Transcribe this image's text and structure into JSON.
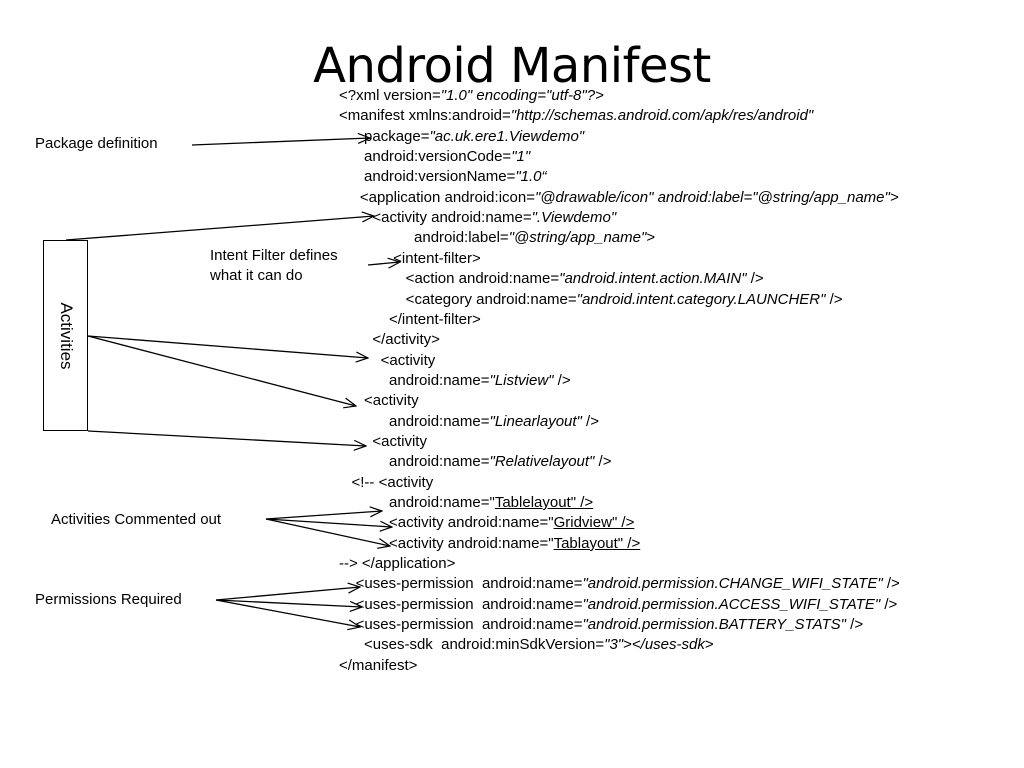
{
  "title": "Android Manifest",
  "labels": {
    "package_definition": "Package definition",
    "intent_filter_line1": "Intent Filter defines",
    "intent_filter_line2": "what it can do",
    "activities": "Activities",
    "activities_commented_out": "Activities Commented out",
    "permissions_required": "Permissions Required"
  },
  "code_lines": [
    [
      {
        "t": "<?xml version="
      },
      {
        "t": "\"1.0\" encoding=\"utf-8\"?>",
        "s": "it"
      }
    ],
    [
      {
        "t": "<manifest xmlns:android="
      },
      {
        "t": "\"http://schemas.android.com/apk/res/android\"",
        "s": "it"
      }
    ],
    [
      {
        "t": "      package="
      },
      {
        "t": "\"ac.uk.ere1.Viewdemo\"",
        "s": "it"
      }
    ],
    [
      {
        "t": "      android:versionCode="
      },
      {
        "t": "\"1\"",
        "s": "it"
      }
    ],
    [
      {
        "t": "      android:versionName="
      },
      {
        "t": "\"1.0“",
        "s": "it"
      }
    ],
    [
      {
        "t": "     <application android:icon="
      },
      {
        "t": "\"@drawable/icon\" android:label=\"@string/app_name\">",
        "s": "it"
      }
    ],
    [
      {
        "t": "        <activity android:name="
      },
      {
        "t": "\".Viewdemo\"",
        "s": "it"
      }
    ],
    [
      {
        "t": "                  android:label="
      },
      {
        "t": "\"@string/app_name\"",
        "s": "it"
      },
      {
        "t": ">"
      }
    ],
    [
      {
        "t": "             <intent-filter>"
      }
    ],
    [
      {
        "t": "                <action android:name="
      },
      {
        "t": "\"android.intent.action.MAIN\"",
        "s": "it"
      },
      {
        "t": " />"
      }
    ],
    [
      {
        "t": "                <category android:name="
      },
      {
        "t": "\"android.intent.category.LAUNCHER\"",
        "s": "it"
      },
      {
        "t": " />"
      }
    ],
    [
      {
        "t": "            </intent-filter>"
      }
    ],
    [
      {
        "t": "        </activity>"
      }
    ],
    [
      {
        "t": "          <activity"
      }
    ],
    [
      {
        "t": "            android:name="
      },
      {
        "t": "\"Listview\"",
        "s": "it"
      },
      {
        "t": " />"
      }
    ],
    [
      {
        "t": "      <activity"
      }
    ],
    [
      {
        "t": "            android:name="
      },
      {
        "t": "\"Linearlayout\"",
        "s": "it"
      },
      {
        "t": " />"
      }
    ],
    [
      {
        "t": "        <activity"
      }
    ],
    [
      {
        "t": "            android:name="
      },
      {
        "t": "\"Relativelayout\"",
        "s": "it"
      },
      {
        "t": " />"
      }
    ],
    [
      {
        "t": "   <!-- <activity"
      }
    ],
    [
      {
        "t": "            android:name=\""
      },
      {
        "t": "Tablelayout\" />",
        "s": "ul"
      }
    ],
    [
      {
        "t": "            <activity android:name=\""
      },
      {
        "t": "Gridview\" />",
        "s": "ul"
      }
    ],
    [
      {
        "t": "            <activity android:name=\""
      },
      {
        "t": "Tablayout\" />",
        "s": "ul"
      }
    ],
    [
      {
        "t": "--> </application>"
      }
    ],
    [
      {
        "t": "    <uses-permission  android:name="
      },
      {
        "t": "\"android.permission.CHANGE_WIFI_STATE\"",
        "s": "it"
      },
      {
        "t": " />"
      }
    ],
    [
      {
        "t": "    <uses-permission  android:name="
      },
      {
        "t": "\"android.permission.ACCESS_WIFI_STATE\"",
        "s": "it"
      },
      {
        "t": " />"
      }
    ],
    [
      {
        "t": "    <uses-permission  android:name="
      },
      {
        "t": "\"android.permission.BATTERY_STATS\"",
        "s": "it"
      },
      {
        "t": " />"
      }
    ],
    [
      {
        "t": "      <uses-sdk  android:minSdkVersion="
      },
      {
        "t": "\"3\"",
        "s": "it"
      },
      {
        "t": ">"
      },
      {
        "t": "</uses-sdk",
        "s": "it"
      },
      {
        "t": ">"
      }
    ],
    [
      {
        "t": "</manifest>"
      }
    ]
  ]
}
